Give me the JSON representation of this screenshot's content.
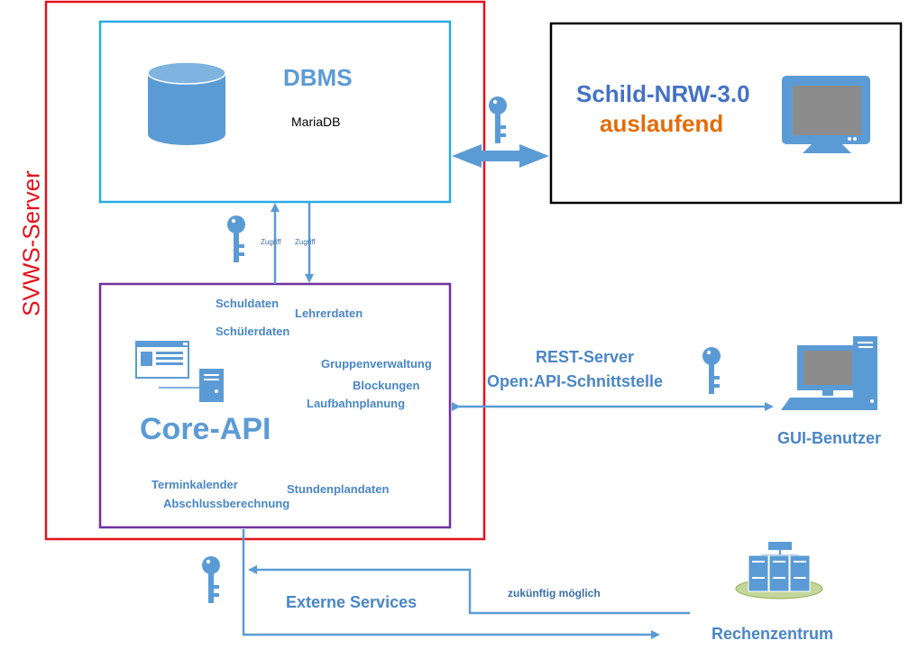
{
  "svws_server": {
    "label": "SVWS-Server",
    "color": "#e3121b"
  },
  "dbms": {
    "title": "DBMS",
    "subtitle": "MariaDB",
    "icon": "database-icon",
    "color": "#29abe2"
  },
  "schild": {
    "title": "Schild-NRW-3.0",
    "status": "auslaufend",
    "title_color": "#4472c4",
    "status_color": "#e46c0a",
    "icon": "monitor-icon"
  },
  "access": {
    "up": "Zugriff",
    "down": "Zugriff"
  },
  "core_api": {
    "title": "Core-API",
    "border_color": "#7030a0",
    "icon": "application-server-icon",
    "data_items": [
      "Schuldaten",
      "Lehrerdaten",
      "Schülerdaten",
      "Gruppenverwaltung",
      "Blockungen",
      "Laufbahnplanung",
      "Terminkalender",
      "Abschlussberechnung",
      "Stundenplandaten"
    ]
  },
  "rest": {
    "line1": "REST-Server",
    "line2": "Open:API-Schnittstelle"
  },
  "gui_user": {
    "label": "GUI-Benutzer",
    "icon": "computer-icon"
  },
  "external": {
    "label": "Externe Services",
    "future": "zukünftig möglich"
  },
  "datacenter": {
    "label": "Rechenzentrum",
    "icon": "server-cluster-icon"
  },
  "key_icon": "key-icon",
  "arrow_color": "#5b9bd5"
}
